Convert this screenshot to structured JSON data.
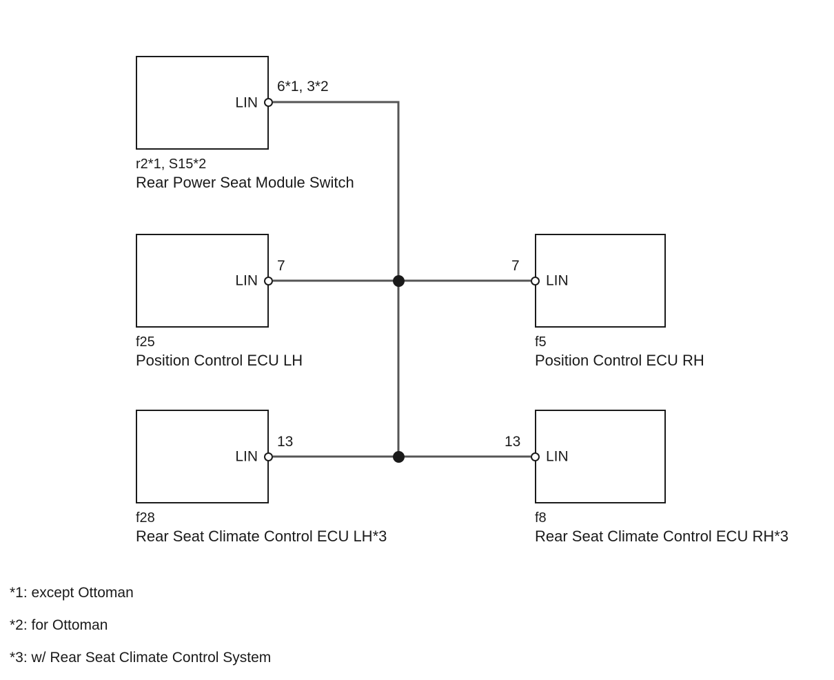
{
  "diagram": {
    "type": "wiring-diagram",
    "bus_name": "LIN",
    "components": [
      {
        "id": "rear-power-seat-module-switch",
        "code": "r2*1, S15*2",
        "title": "Rear Power Seat Module Switch",
        "port_label": "LIN",
        "pin": "6*1, 3*2",
        "side": "left"
      },
      {
        "id": "position-control-ecu-lh",
        "code": "f25",
        "title": "Position Control ECU LH",
        "port_label": "LIN",
        "pin": "7",
        "side": "left"
      },
      {
        "id": "position-control-ecu-rh",
        "code": "f5",
        "title": "Position Control ECU RH",
        "port_label": "LIN",
        "pin": "7",
        "side": "right"
      },
      {
        "id": "rear-seat-climate-control-ecu-lh",
        "code": "f28",
        "title": "Rear Seat Climate Control ECU LH*3",
        "port_label": "LIN",
        "pin": "13",
        "side": "left"
      },
      {
        "id": "rear-seat-climate-control-ecu-rh",
        "code": "f8",
        "title": "Rear Seat Climate Control ECU RH*3",
        "port_label": "LIN",
        "pin": "13",
        "side": "right"
      }
    ],
    "footnotes": [
      "*1: except Ottoman",
      "*2: for Ottoman",
      "*3: w/ Rear Seat Climate Control System"
    ],
    "colors": {
      "line": "#1a1a1a",
      "wire": "#555555",
      "background": "#ffffff",
      "text": "#1a1a1a"
    }
  }
}
